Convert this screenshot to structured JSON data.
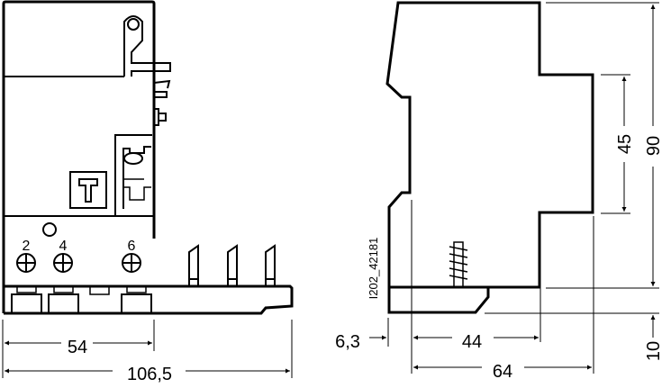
{
  "drawing": {
    "id_label": "I202_42181",
    "front_view": {
      "terminal_labels": [
        "2",
        "4",
        "6"
      ],
      "test_button_label": "T",
      "dimensions": {
        "width_inner": "54",
        "width_total": "106,5"
      }
    },
    "side_view": {
      "dimensions": {
        "height_front": "45",
        "height_total": "90",
        "rail_offset": "10",
        "depth_offset": "6,3",
        "depth_inner": "44",
        "depth_total": "64"
      }
    }
  }
}
